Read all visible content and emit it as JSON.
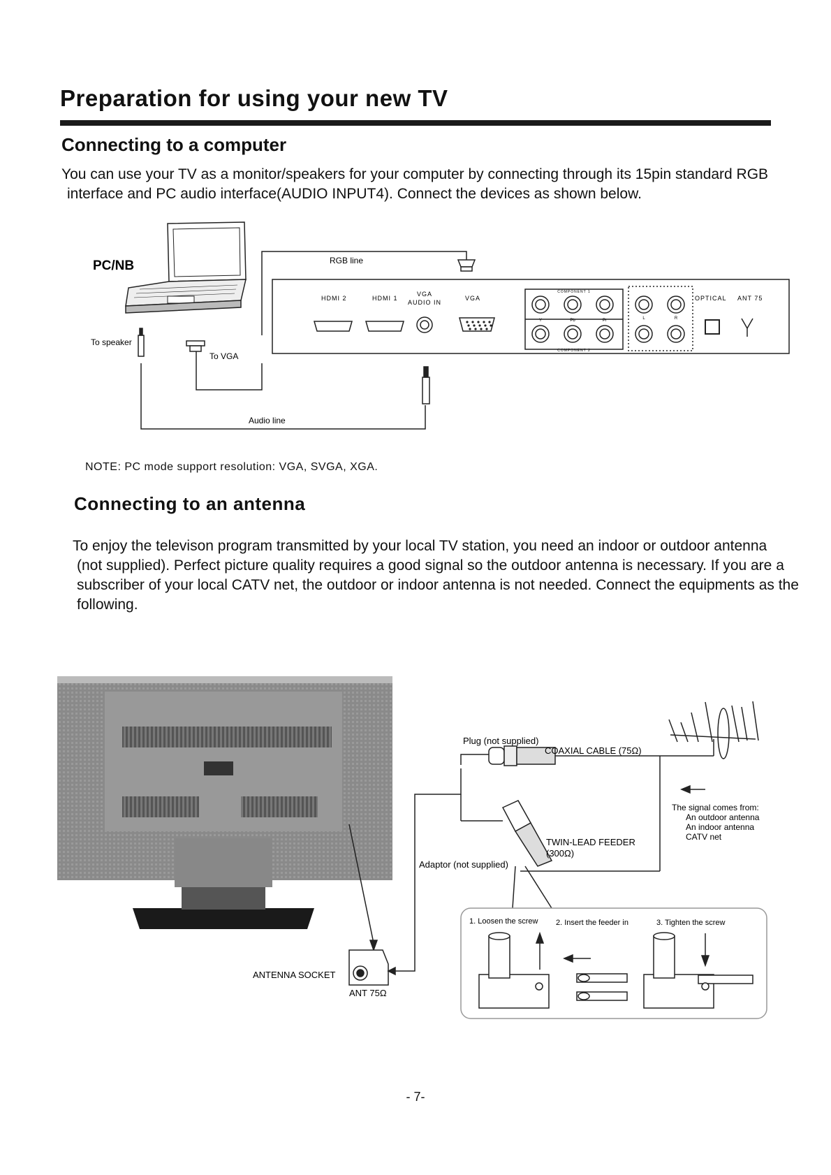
{
  "title": "Preparation for using your new TV",
  "section_computer": {
    "heading": "Connecting to a  computer",
    "body_line1": "You can use your TV as a monitor/speakers for your computer by connecting through its 15pin standard RGB",
    "body_line2": "interface and PC audio interface(AUDIO INPUT4). Connect the devices as shown below.",
    "diagram": {
      "pc_label": "PC/NB",
      "rgb_line": "RGB line",
      "to_speaker": "To speaker",
      "to_vga": "To VGA",
      "audio_line": "Audio line",
      "hdmi2": "HDMI 2",
      "hdmi1": "HDMI 1",
      "vga_audio_in_1": "VGA",
      "vga_audio_in_2": "AUDIO IN",
      "vga": "VGA",
      "component1": "COMPONENT 1",
      "component2": "COMPONENT 2",
      "y": "Y",
      "pb": "Pb",
      "pr": "Pr",
      "l": "L",
      "r": "R",
      "optical": "OPTICAL",
      "ant75": "ANT 75"
    },
    "note": "NOTE: PC mode support resolution: VGA, SVGA, XGA."
  },
  "section_antenna": {
    "heading": "Connecting to an antenna",
    "body_line1": "To enjoy the televison program  transmitted by your local TV station, you need an indoor or outdoor antenna",
    "body_line2": "(not supplied). Perfect picture quality requires a good signal so the outdoor antenna is necessary. If you are a",
    "body_line3": "subscriber of your local CATV net, the outdoor or indoor antenna is not needed. Connect the equipments as the",
    "body_line4": "following.",
    "diagram": {
      "plug": "Plug (not supplied)",
      "coaxial": "COAXIAL CABLE (75Ω)",
      "signal_title": "The signal comes from:",
      "signal_1": "An outdoor antenna",
      "signal_2": "An indoor antenna",
      "signal_3": "CATV net",
      "twin_lead_1": "TWIN-LEAD FEEDER",
      "twin_lead_2": "(300Ω)",
      "adaptor": "Adaptor (not supplied)",
      "antenna_socket": "ANTENNA SOCKET",
      "ant_75": "ANT 75Ω",
      "step1": "1. Loosen the screw",
      "step2": "2. Insert the feeder in",
      "step3": "3. Tighten the screw"
    }
  },
  "page_number": "- 7-"
}
